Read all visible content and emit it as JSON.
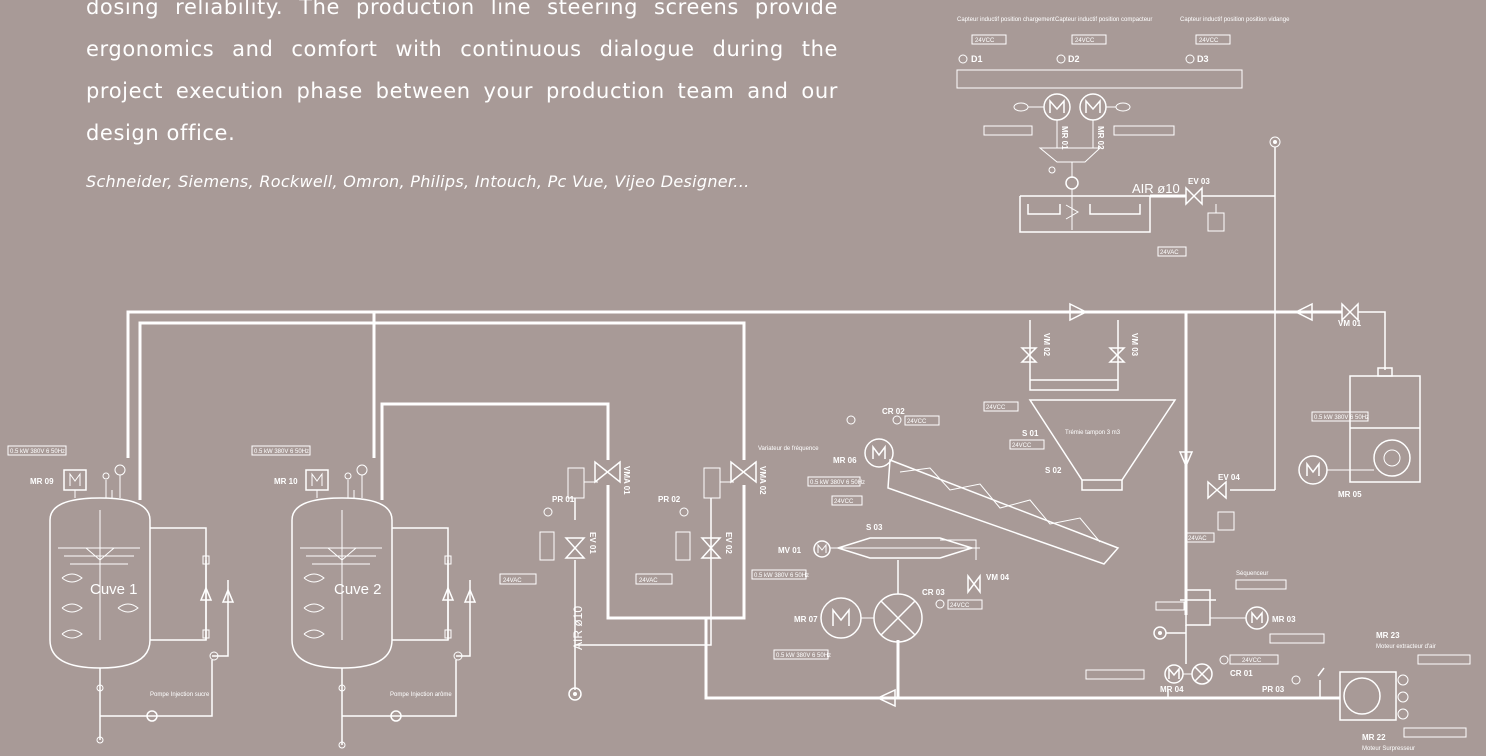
{
  "intro": {
    "paragraph": "dosing reliability. The production line steering screens provide ergonomics and comfort with continuous dialogue during the project execution phase between your production team and our design office.",
    "brands": "Schneider, Siemens, Rockwell, Omron, Philips, Intouch, Pc Vue, Vijeo Designer..."
  },
  "diagram": {
    "sensors": {
      "d1_title": "Capteur inductif position chargement",
      "d2_title": "Capteur inductif position compacteur",
      "d3_title": "Capteur inductif position position vidange",
      "d1": "D1",
      "d2": "D2",
      "d3": "D3",
      "v24vcc": "24VCC"
    },
    "labels": {
      "mr01": "MR 01",
      "mr02": "MR 02",
      "ev03": "EV 03",
      "air_top": "AIR ø10",
      "air_left": "AIR ø10",
      "v24vac": "24VAC",
      "v24vcc": "24VCC",
      "vm01": "VM 01",
      "vm02": "VM 02",
      "vm03": "VM 03",
      "vm04": "VM 04",
      "tremie": "Trémie tampon 3 m3",
      "s01": "S 01",
      "s02": "S 02",
      "s03": "S 03",
      "cr01": "CR 01",
      "cr02": "CR 02",
      "cr03": "CR 03",
      "variateur": "Variateur de fréquence",
      "mr03": "MR 03",
      "mr04": "MR 04",
      "mr05": "MR 05",
      "mr06": "MR 06",
      "mr07": "MR 07",
      "mr09": "MR 09",
      "mr10": "MR 10",
      "mr22": "MR 22",
      "mr23": "MR 23",
      "mr22_desc": "Moteur Surpresseur",
      "mr23_desc": "Moteur extracteur d'air",
      "mv01": "MV 01",
      "ev01": "EV 01",
      "ev02": "EV 02",
      "ev04": "EV 04",
      "vma01": "VMA 01",
      "vma02": "VMA 02",
      "pr01": "PR 01",
      "pr02": "PR 02",
      "pr03": "PR 03",
      "cuve1": "Cuve 1",
      "cuve2": "Cuve 2",
      "pompe1": "Pompe Injection sucre",
      "pompe2": "Pompe Injection arôme",
      "sequenceur": "Séquenceur",
      "motor_rating": "0.5 kW 380V 6 50Hz"
    }
  },
  "colors": {
    "background": "#a89a97",
    "lines": "#ffffff"
  }
}
